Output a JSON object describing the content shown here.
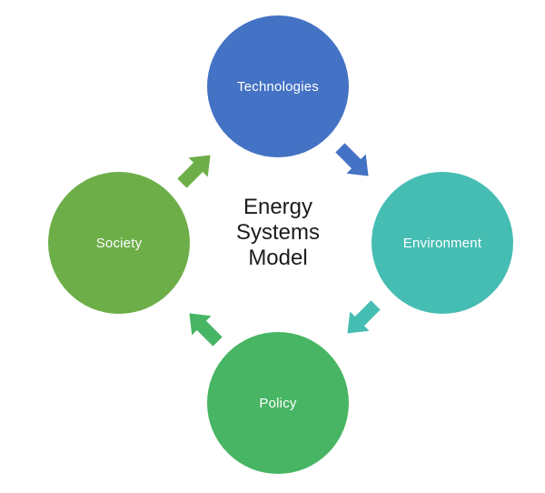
{
  "diagram": {
    "type": "cycle",
    "background_color": "#FFFFFF",
    "center_label": {
      "lines": [
        "Energy",
        "Systems",
        "Model"
      ],
      "text_color": "#1C1C1C"
    },
    "node_text_color": "#FFFFFF",
    "nodes": [
      {
        "id": "technologies",
        "label": "Technologies",
        "color": "#4472C4",
        "position": "top"
      },
      {
        "id": "environment",
        "label": "Environment",
        "color": "#45BDB3",
        "position": "right"
      },
      {
        "id": "policy",
        "label": "Policy",
        "color": "#47B563",
        "position": "bottom"
      },
      {
        "id": "society",
        "label": "Society",
        "color": "#6DAE49",
        "position": "left"
      }
    ],
    "arrows": [
      {
        "id": "society-to-technologies",
        "from": "Society",
        "to": "Technologies",
        "direction": "up-right",
        "color": "#6DAE49"
      },
      {
        "id": "technologies-to-environment",
        "from": "Technologies",
        "to": "Environment",
        "direction": "down-right",
        "color": "#4472C4"
      },
      {
        "id": "environment-to-policy",
        "from": "Environment",
        "to": "Policy",
        "direction": "down-left",
        "color": "#45BDB3"
      },
      {
        "id": "policy-to-society",
        "from": "Policy",
        "to": "Society",
        "direction": "up-left",
        "color": "#47B563"
      }
    ]
  }
}
